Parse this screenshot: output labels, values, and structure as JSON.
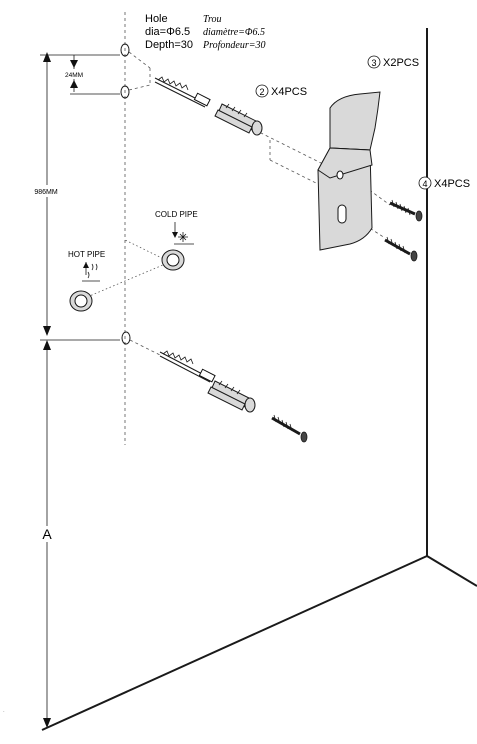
{
  "hole_note": {
    "en_line1": "Hole",
    "en_line2": "dia=Φ6.5",
    "en_line3": "Depth=30",
    "fr_line1": "Trou",
    "fr_line2": "diamètre=Φ6.5",
    "fr_line3": "Profondeur=30"
  },
  "dimensions": {
    "spacing": "24MM",
    "height": "986MM",
    "floor_offset": "A"
  },
  "labels": {
    "cold_pipe": "COLD PIPE",
    "hot_pipe": "HOT PIPE"
  },
  "parts": [
    {
      "number": "2",
      "qty": "X4PCS"
    },
    {
      "number": "3",
      "qty": "X2PCS"
    },
    {
      "number": "4",
      "qty": "X4PCS"
    }
  ],
  "icons": [
    "snowflake-icon",
    "steam-icon",
    "drill-bit",
    "wall-anchor",
    "screw",
    "bracket"
  ]
}
